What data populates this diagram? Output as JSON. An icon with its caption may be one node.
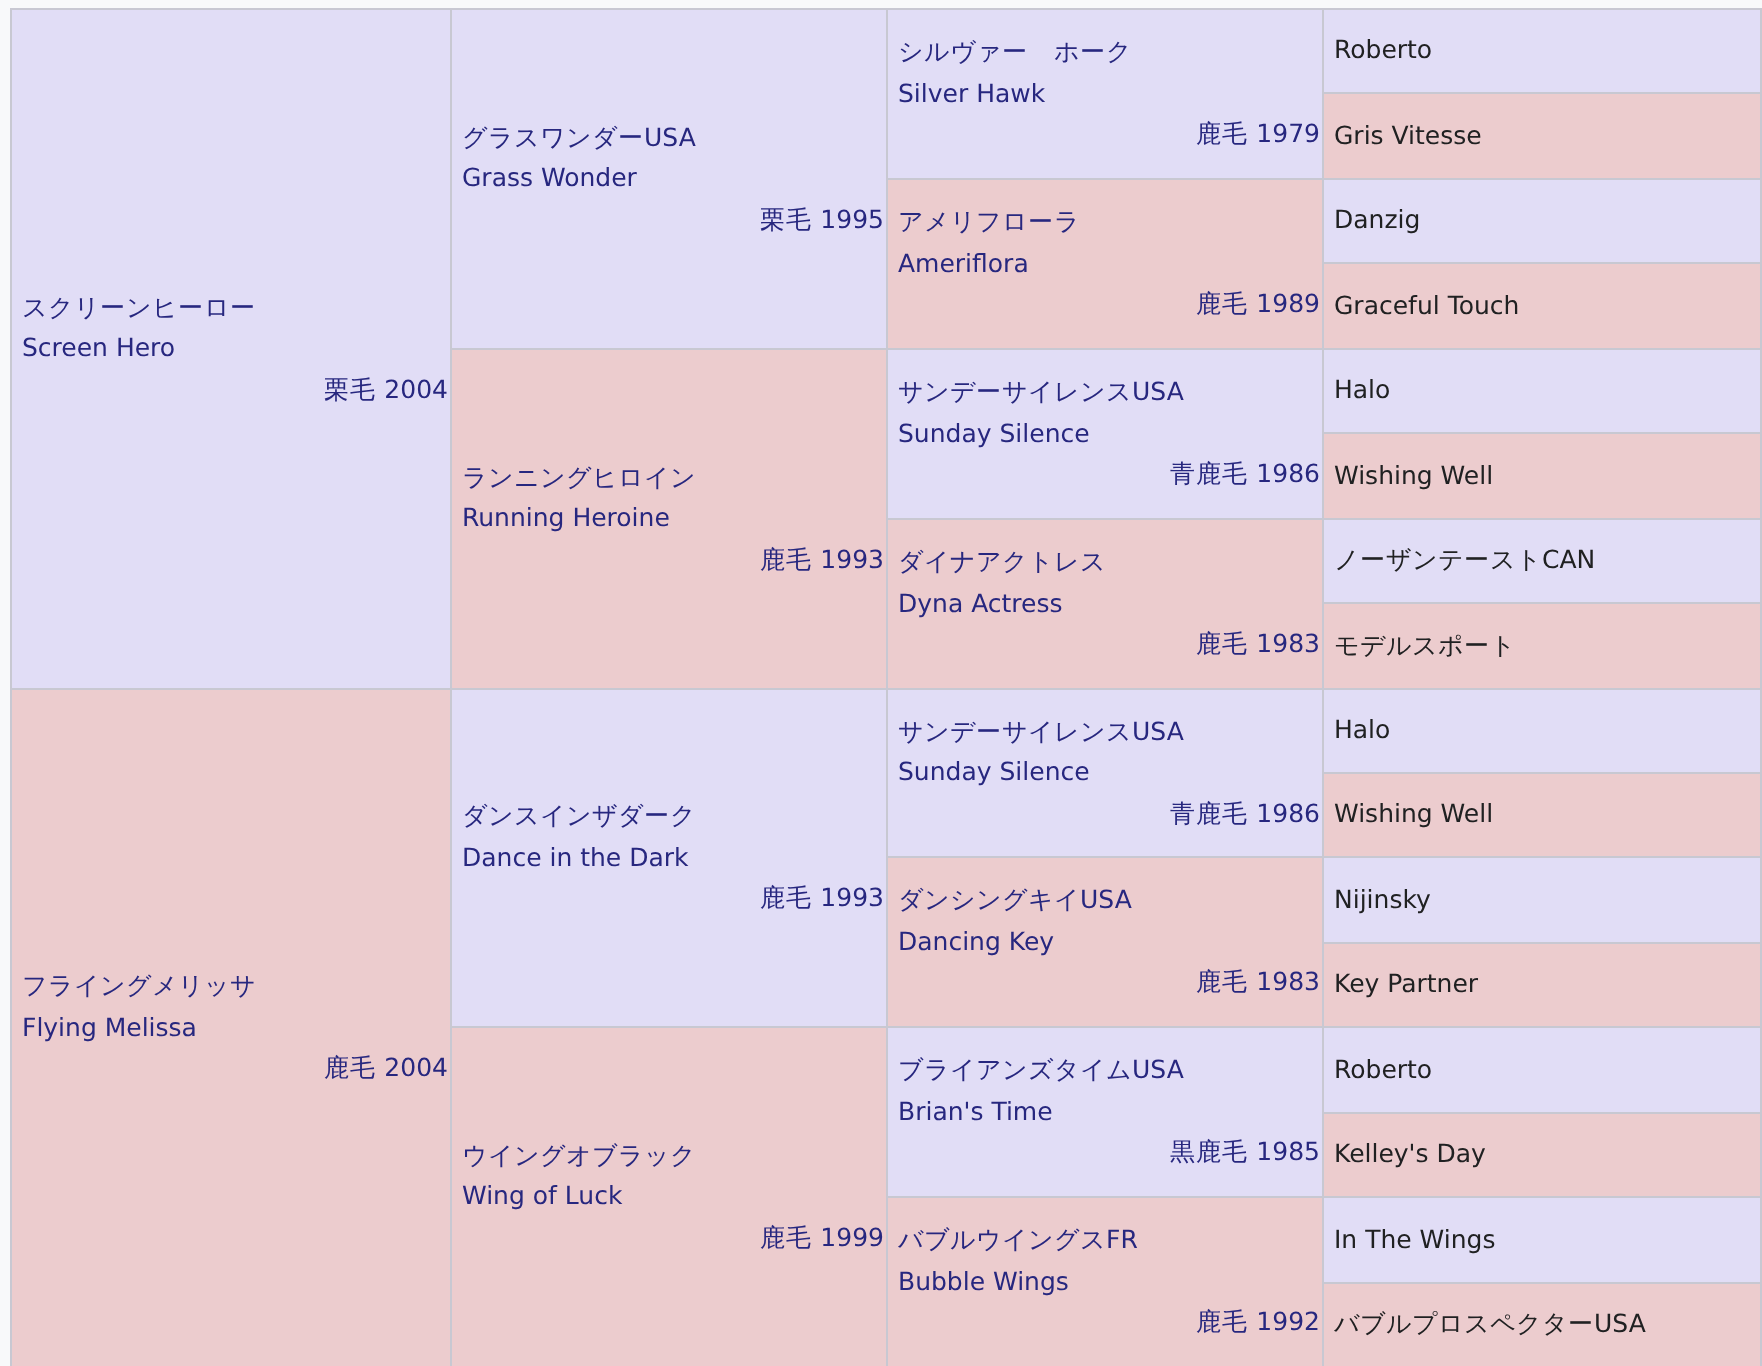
{
  "diagram": {
    "nodes": [
      {
        "text": [
          "スクリーンヒーロー",
          "Screen Hero",
          "栗毛 2004"
        ]
      },
      {
        "text": [
          "グラスワンダーUSA",
          "Grass Wonder",
          "栗毛 1995"
        ]
      },
      {
        "text": [
          "シルヴァー　ホーク",
          "Silver Hawk",
          "鹿毛 1979"
        ]
      },
      {
        "text": [
          "Roberto"
        ]
      },
      {
        "text": [
          "Gris Vitesse"
        ]
      },
      {
        "text": [
          "アメリフローラ",
          "Ameriflora",
          "鹿毛 1989"
        ]
      },
      {
        "text": [
          "Danzig"
        ]
      },
      {
        "text": [
          "Graceful Touch"
        ]
      },
      {
        "text": [
          "ランニングヒロイン",
          "Running Heroine",
          "鹿毛 1993"
        ]
      },
      {
        "text": [
          "サンデーサイレンスUSA",
          "Sunday Silence",
          "青鹿毛 1986"
        ]
      },
      {
        "text": [
          "Halo"
        ]
      },
      {
        "text": [
          "Wishing Well"
        ]
      },
      {
        "text": [
          "ダイナアクトレス",
          "Dyna Actress",
          "鹿毛 1983"
        ]
      },
      {
        "text": [
          "ノーザンテーストCAN"
        ]
      },
      {
        "text": [
          "モデルスポート"
        ]
      },
      {
        "text": [
          "フライングメリッサ",
          "Flying Melissa",
          "鹿毛 2004"
        ]
      },
      {
        "text": [
          "ダンスインザダーク",
          "Dance in the Dark",
          "鹿毛 1993"
        ]
      },
      {
        "text": [
          "サンデーサイレンスUSA",
          "Sunday Silence",
          "青鹿毛 1986"
        ]
      },
      {
        "text": [
          "Halo"
        ]
      },
      {
        "text": [
          "Wishing Well"
        ]
      },
      {
        "text": [
          "ダンシングキイUSA",
          "Dancing Key",
          "鹿毛 1983"
        ]
      },
      {
        "text": [
          "Nijinsky"
        ]
      },
      {
        "text": [
          "Key Partner"
        ]
      },
      {
        "text": [
          "ウイングオブラック",
          "Wing of Luck",
          "鹿毛 1999"
        ]
      },
      {
        "text": [
          "ブライアンズタイムUSA",
          "Brian's Time",
          "黒鹿毛 1985"
        ]
      },
      {
        "text": [
          "Roberto"
        ]
      },
      {
        "text": [
          "Kelley's Day"
        ]
      },
      {
        "text": [
          "バブルウイングスFR",
          "Bubble Wings",
          "鹿毛 1992"
        ]
      },
      {
        "text": [
          "In The Wings"
        ]
      },
      {
        "text": [
          "バブルプロスペクターUSA"
        ]
      }
    ]
  }
}
